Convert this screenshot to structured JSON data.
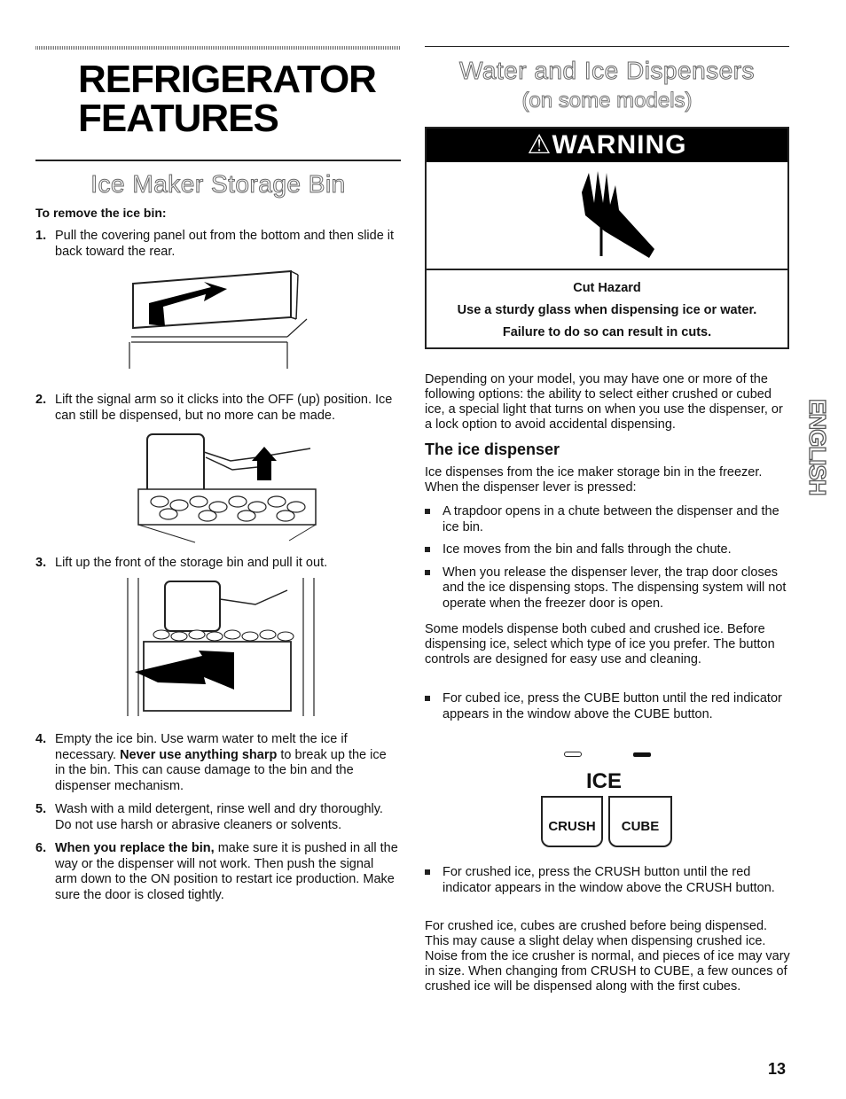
{
  "left": {
    "title_line1": "REFRIGERATOR",
    "title_line2": "FEATURES",
    "section_title": "Ice Maker Storage Bin",
    "remove_heading": "To remove the ice bin:",
    "steps": [
      {
        "num": "1.",
        "text": "Pull the covering panel out from the bottom and then slide it back toward the rear."
      },
      {
        "num": "2.",
        "text": "Lift the signal arm so it clicks into the OFF (up) position. Ice can still be dispensed, but no more can be made."
      },
      {
        "num": "3.",
        "text": "Lift up the front of the storage bin and pull it out."
      },
      {
        "num": "4.",
        "text_a": "Empty the ice bin. Use warm water to melt the ice if necessary. ",
        "text_b": "Never use anything sharp",
        "text_c": " to break up the ice in the bin. This can cause damage to the bin and the dispenser mechanism."
      },
      {
        "num": "5.",
        "text": "Wash with a mild detergent, rinse well and dry thoroughly. Do not use harsh or abrasive cleaners or solvents."
      },
      {
        "num": "6.",
        "text_a": "When you replace the bin,",
        "text_b": " make sure it is pushed in all the way or the dispenser will not work. Then push the signal arm down to the ON position to restart ice production. Make sure the door is closed tightly."
      }
    ]
  },
  "right": {
    "section_title": "Water and Ice Dispensers",
    "section_subtitle": "(on some models)",
    "warning": {
      "label": "WARNING",
      "hazard": "Cut Hazard",
      "line1": "Use a sturdy glass when dispensing ice or water.",
      "line2": "Failure to do so can result in cuts."
    },
    "intro": "Depending on your model, you may have one or more of the following options: the ability to select either crushed or cubed ice, a special light that turns on when you use the dispenser, or a lock option to avoid accidental dispensing.",
    "dispenser_heading": "The ice dispenser",
    "dispenser_intro": "Ice dispenses from the ice maker storage bin in the freezer. When the dispenser lever is pressed:",
    "bullets": [
      "A trapdoor opens in a chute between the dispenser and the ice bin.",
      "Ice moves from the bin and falls through the chute.",
      "When you release the dispenser lever, the trap door closes and the ice dispensing stops. The dispensing system will not operate when the freezer door is open."
    ],
    "models_text": "Some models dispense both cubed and crushed ice. Before dispensing ice, select which type of ice you prefer. The button controls are designed for easy use and cleaning.",
    "cube_bullet": "For cubed ice, press the CUBE button until the red indicator appears in the window above the CUBE button.",
    "panel": {
      "label": "ICE",
      "crush": "CRUSH",
      "cube": "CUBE"
    },
    "crush_bullet": "For crushed ice, press the CRUSH button until the red indicator appears in the window above the CRUSH button.",
    "closing": "For crushed ice, cubes are crushed before being dispensed. This may cause a slight delay when dispensing crushed ice. Noise from the ice crusher is normal, and pieces of ice may vary in size. When changing from CRUSH to CUBE, a few ounces of crushed ice will be dispensed along with the first cubes."
  },
  "side_tab": "ENGLISH",
  "page_number": "13"
}
